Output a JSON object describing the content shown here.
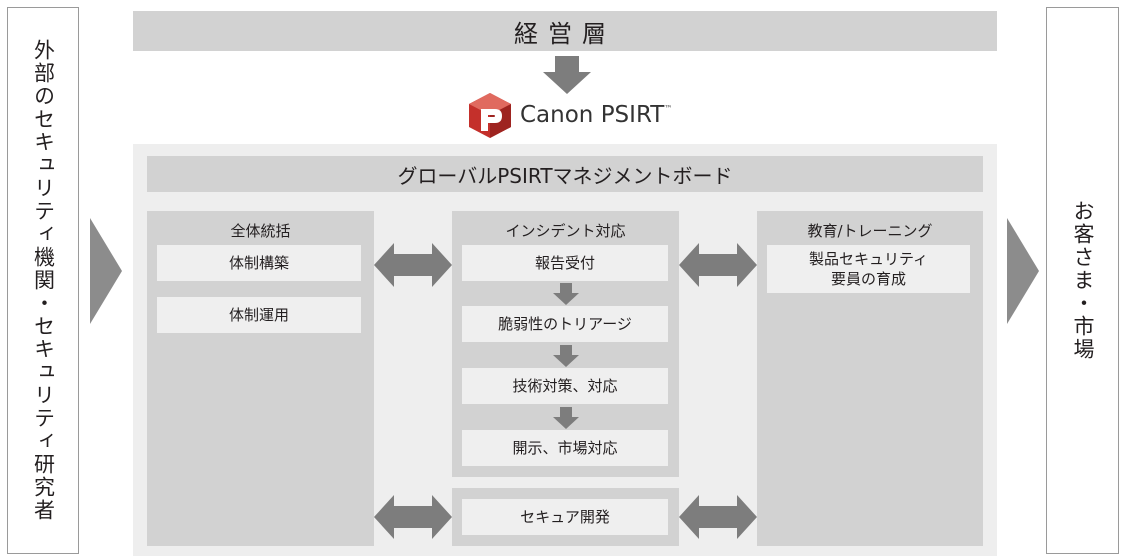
{
  "external_left": "外部のセキュリティ機関・セキュリティ研究者",
  "external_right": "お客さま・市場",
  "top_banner": "経営層",
  "logo": {
    "text": "Canon PSIRT",
    "mark": "tm-superscript"
  },
  "board": "グローバルPSIRTマネジメントボード",
  "governance": {
    "title": "全体統括",
    "items": [
      "体制構築",
      "体制運用"
    ]
  },
  "incident": {
    "title": "インシデント対応",
    "steps": [
      "報告受付",
      "脆弱性のトリアージ",
      "技術対策、対応",
      "開示、市場対応"
    ]
  },
  "education": {
    "title": "教育/トレーニング",
    "items": [
      "製品セキュリティ\n要員の育成"
    ]
  },
  "secure_dev": "セキュア開発",
  "colors": {
    "band": "#d2d2d2",
    "panel": "#eeeeee",
    "arrow": "#7d7d7d",
    "logo_red": "#c4302b"
  }
}
